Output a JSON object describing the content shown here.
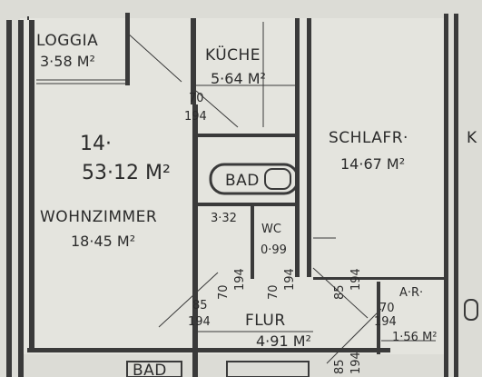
{
  "plan": {
    "rooms": {
      "loggia": {
        "name": "LOGGIA",
        "area": "3·58 M²"
      },
      "kueche": {
        "name": "KÜCHE",
        "area": "5·64 M²"
      },
      "total": {
        "number": "14·",
        "area": "53·12 M²"
      },
      "wohnzimmer": {
        "name": "WOHNZIMMER",
        "area": "18·45 M²"
      },
      "schlafr": {
        "name": "SCHLAFR·",
        "area": "14·67 M²"
      },
      "bad": {
        "name": "BAD"
      },
      "bad_area": "3·32",
      "wc": {
        "name": "WC",
        "area": "0·99"
      },
      "flur": {
        "name": "FLUR",
        "area": "4·91 M²"
      },
      "ar": {
        "name": "A·R·",
        "area": "1·56 M²"
      },
      "bad_lower": {
        "name": "BAD"
      },
      "k_right": {
        "name": "K"
      }
    },
    "doors": {
      "kueche": {
        "width": "70",
        "height": "194"
      },
      "flur_left": {
        "width": "85",
        "height": "194"
      },
      "bad_door": {
        "width": "70",
        "height": "194"
      },
      "wc_door": {
        "width": "70",
        "height": "194"
      },
      "schlafr_door": {
        "width": "85",
        "height": "194"
      },
      "ar_door": {
        "width": "70",
        "height": "194"
      },
      "entry": {
        "width": "85",
        "height": "194"
      }
    }
  }
}
